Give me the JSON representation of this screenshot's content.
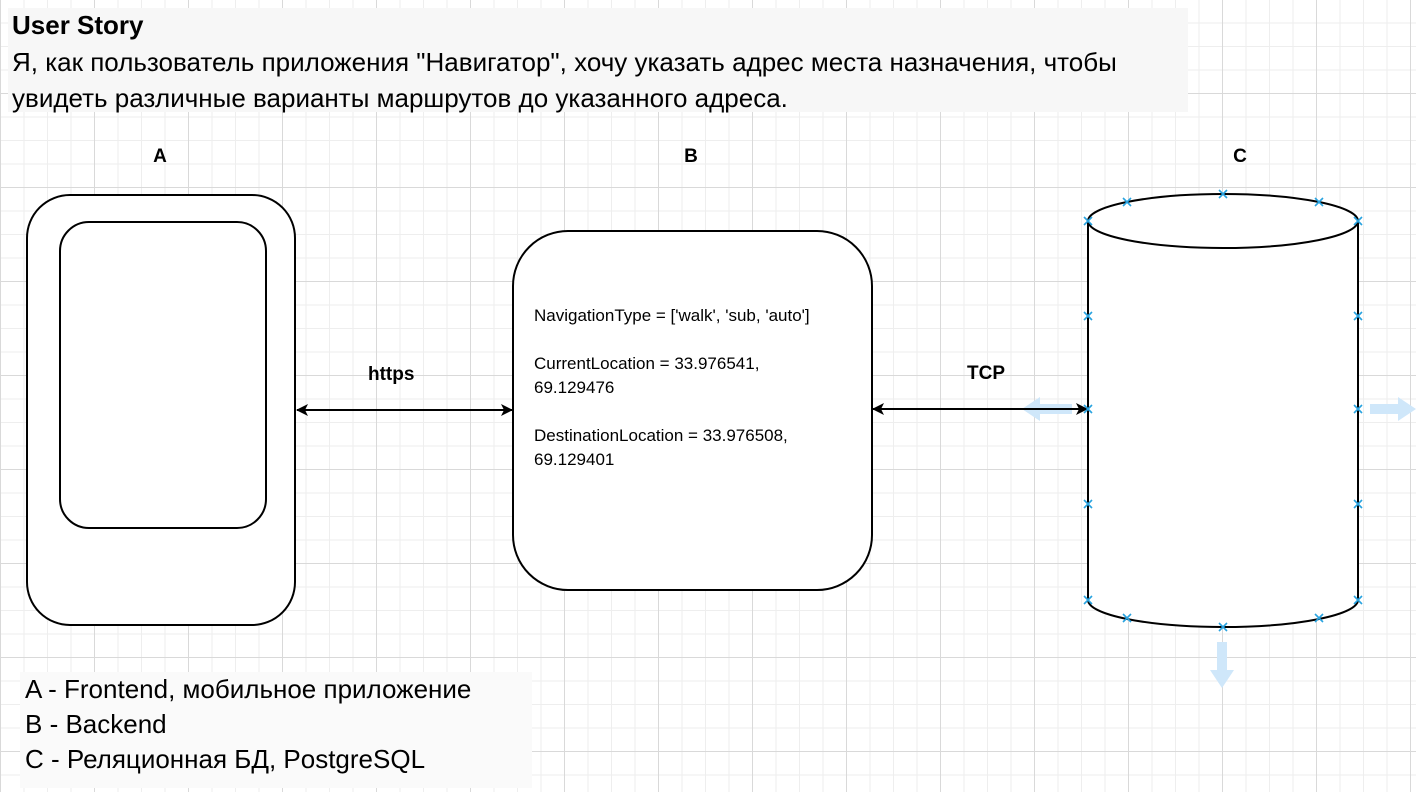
{
  "user_story": {
    "title": "User Story",
    "text": "Я, как пользователь приложения \"Навигатор\", хочу указать адрес места назначения, чтобы увидеть различные варианты маршрутов до указанного адреса."
  },
  "nodes": {
    "a": {
      "label": "A"
    },
    "b": {
      "label": "B",
      "content": "NavigationType = ['walk', 'sub, 'auto']\n\nCurrentLocation = 33.976541, 69.129476\n\nDestinationLocation = 33.976508, 69.129401"
    },
    "c": {
      "label": "C"
    }
  },
  "edges": {
    "a_b": {
      "label": "https"
    },
    "b_c": {
      "label": "TCP"
    }
  },
  "legend": {
    "items": [
      "A - Frontend, мобильное приложение",
      "B - Backend",
      "C - Реляционная БД, PostgreSQL"
    ]
  },
  "colors": {
    "grid_major": "#d9d9d9",
    "grid_minor": "#eeeeee",
    "stroke": "#000000",
    "selection_handle": "#29a3e0",
    "hover_arrow": "#cfe7fa"
  }
}
